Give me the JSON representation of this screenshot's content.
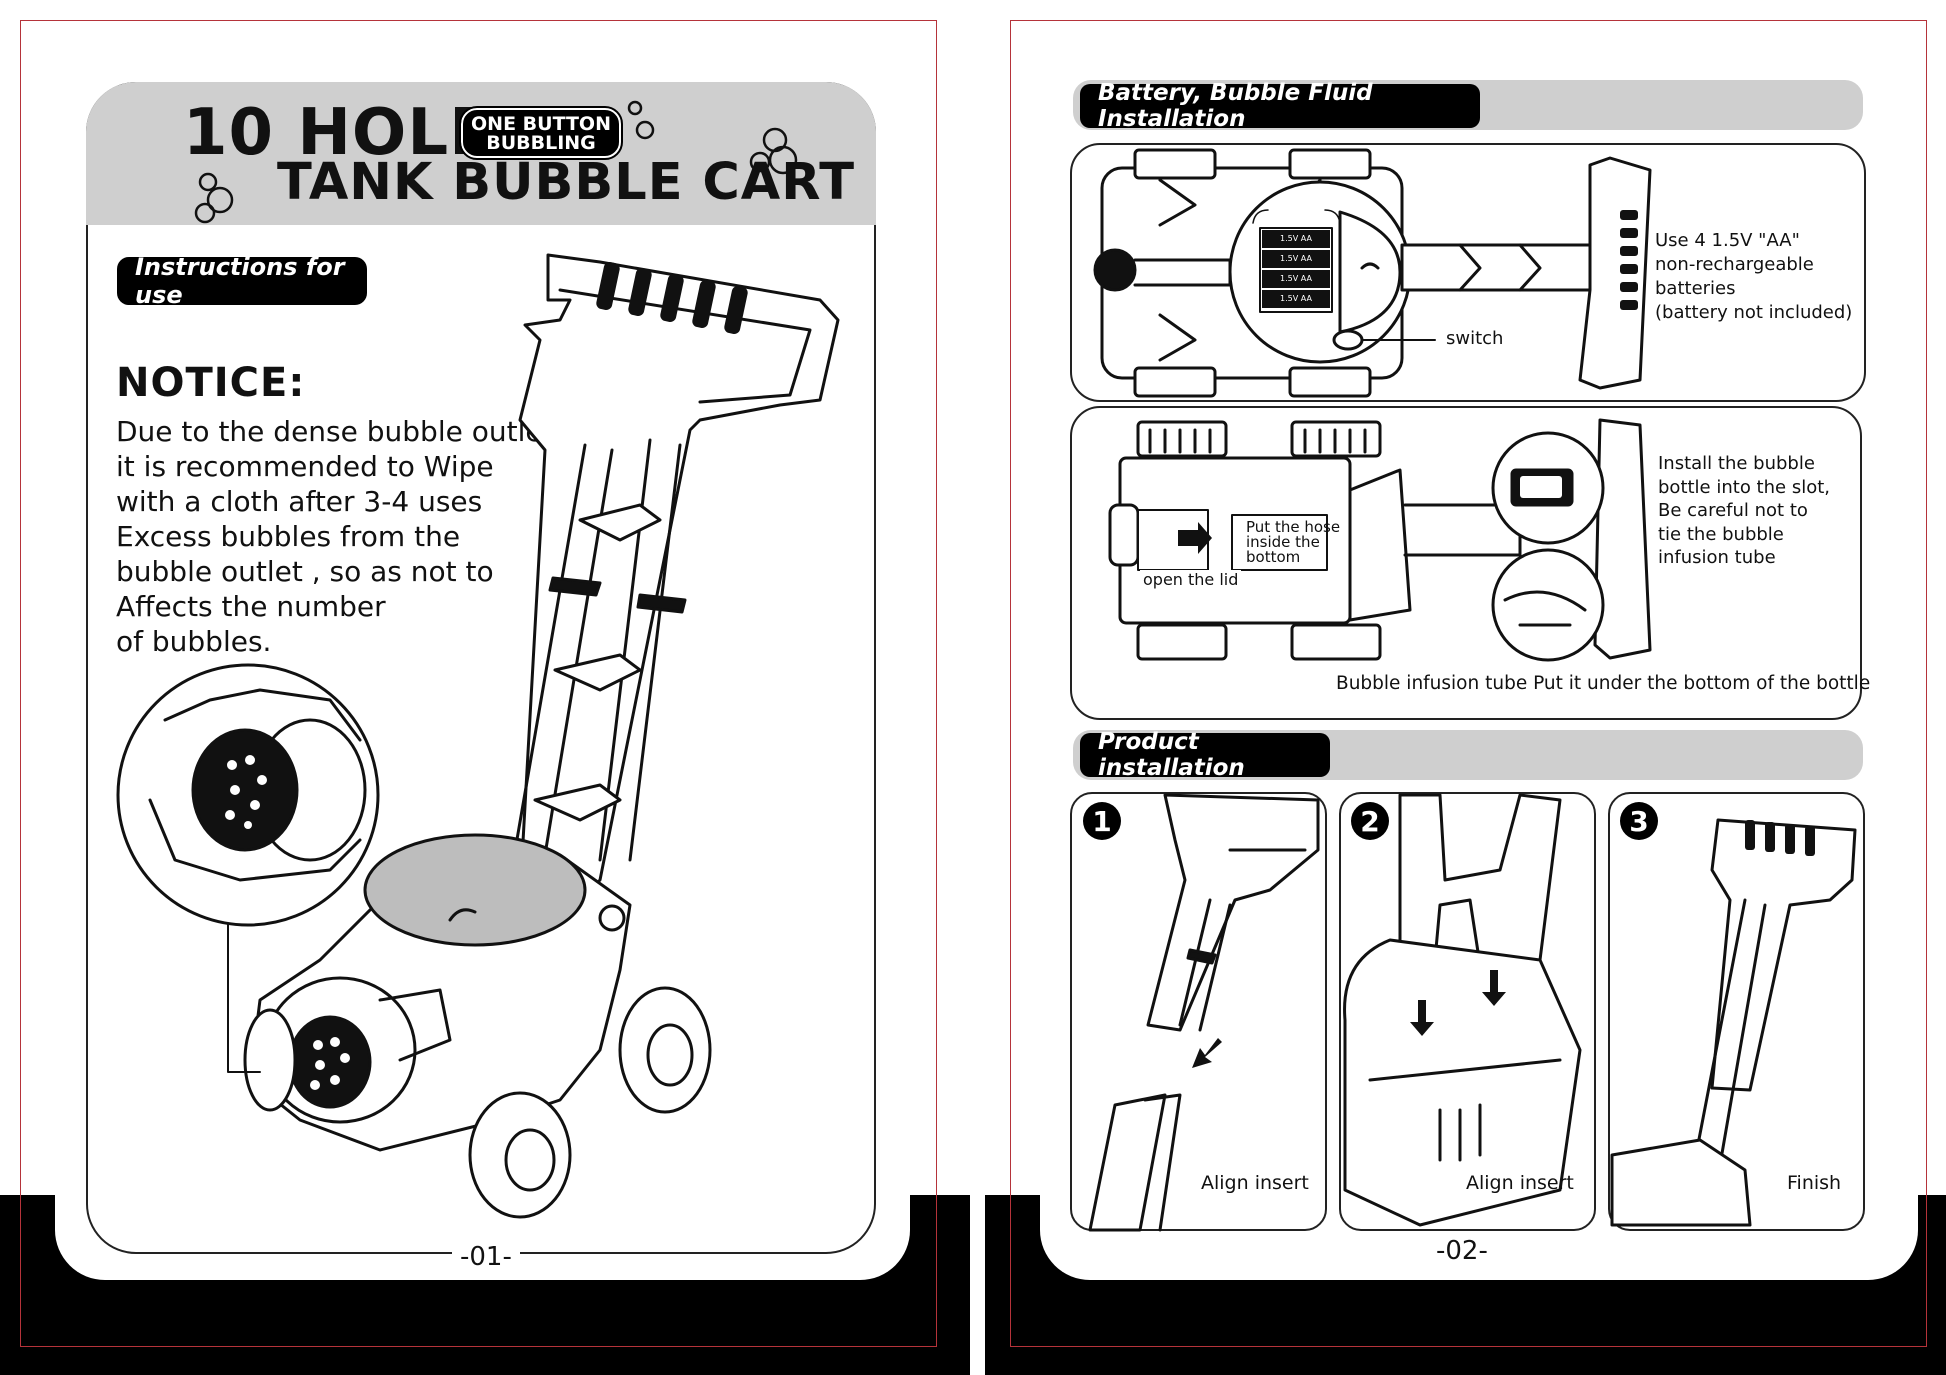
{
  "page1": {
    "title_line1": "10 HOLE",
    "badge_line1": "ONE BUTTON",
    "badge_line2": "BUBBLING",
    "title_line2": "TANK BUBBLE CART",
    "section_label": "Instructions for use",
    "notice_heading": "NOTICE:",
    "notice_lines": [
      "Due to the dense bubble outlet,",
      "it is recommended to Wipe",
      "with a cloth after 3-4 uses",
      "Excess bubbles from the",
      "bubble outlet , so as not to",
      "Affects the number",
      "of bubbles."
    ],
    "page_number": "-01-"
  },
  "page2": {
    "section1_label": "Battery, Bubble Fluid Installation",
    "battery_text": [
      "Use 4 1.5V \"AA\"",
      "non-rechargeable",
      "batteries",
      "(battery not included)"
    ],
    "battery_cell_label": "1.5V AA",
    "switch_label": "switch",
    "hose_label": [
      "Put the hose",
      "inside the",
      "bottom"
    ],
    "lid_label": "open the lid",
    "bottle_text": [
      "Install the bubble",
      "bottle into the slot,",
      "Be careful not to",
      "tie the bubble",
      "infusion tube"
    ],
    "infusion_caption": "Bubble infusion tube Put it under the bottom of the bottle",
    "section2_label": "Product installation",
    "steps": [
      {
        "number": "1",
        "caption": "Align insert"
      },
      {
        "number": "2",
        "caption": "Align insert"
      },
      {
        "number": "3",
        "caption": "Finish"
      }
    ],
    "page_number": "-02-"
  }
}
